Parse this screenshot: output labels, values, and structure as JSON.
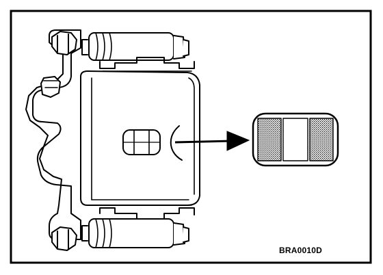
{
  "figure": {
    "code": "BRA0010D"
  },
  "colors": {
    "ink": "#000000",
    "paper": "#ffffff",
    "stipple": "#9a9a9a"
  },
  "parts": {
    "caliper": "caliper-body",
    "pads": "brake-pad",
    "inspection_window": "inspection-hole",
    "pad_wear_detail": "pad-thickness-detail"
  }
}
